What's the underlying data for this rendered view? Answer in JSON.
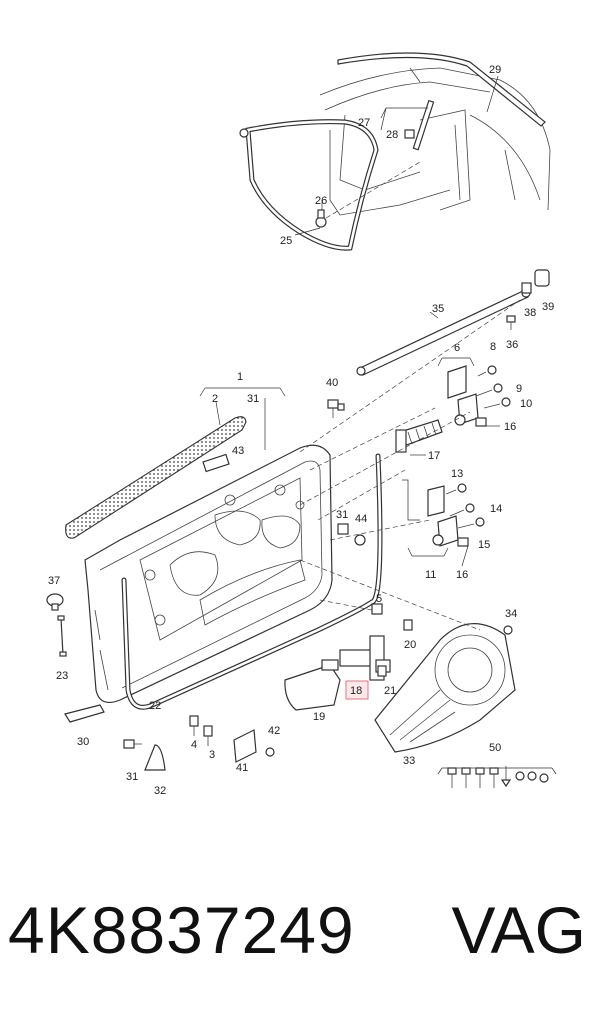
{
  "labels": {
    "l1": "1",
    "l2": "2",
    "l3": "3",
    "l4": "4",
    "l5": "5",
    "l6": "6",
    "l8": "8",
    "l9": "9",
    "l10": "10",
    "l11": "11",
    "l13": "13",
    "l14": "14",
    "l15": "15",
    "l16a": "16",
    "l16b": "16",
    "l17": "17",
    "l18": "18",
    "l19": "19",
    "l20": "20",
    "l21": "21",
    "l22": "22",
    "l23": "23",
    "l25": "25",
    "l26": "26",
    "l27": "27",
    "l28": "28",
    "l29": "29",
    "l30": "30",
    "l31a": "31",
    "l31b": "31",
    "l31c": "31",
    "l32": "32",
    "l33": "33",
    "l34": "34",
    "l35": "35",
    "l36": "36",
    "l37": "37",
    "l38": "38",
    "l39": "39",
    "l40": "40",
    "l41": "41",
    "l42": "42",
    "l43": "43",
    "l44": "44",
    "l50": "50"
  },
  "highlight_color": "#e8737b",
  "part_number": "4K8837249",
  "brand": "VAG"
}
